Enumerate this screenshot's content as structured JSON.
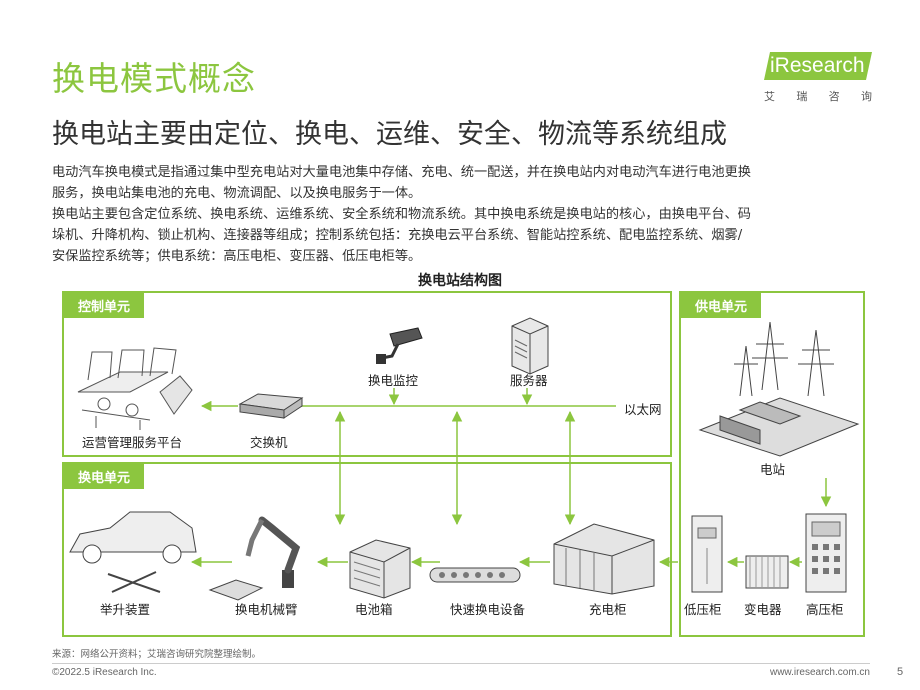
{
  "header": {
    "title": "换电模式概念",
    "subtitle": "换电站主要由定位、换电、运维、安全、物流等系统组成"
  },
  "logo": {
    "name": "iResearch",
    "cn_chars": [
      "艾",
      "瑞",
      "咨",
      "询"
    ],
    "color": "#8cc63f"
  },
  "body": {
    "lines": [
      "电动汽车换电模式是指通过集中型充电站对大量电池集中存储、充电、统一配送，并在换电站内对电动汽车进行电池更换",
      "服务，换电站集电池的充电、物流调配、以及换电服务于一体。",
      "换电站主要包含定位系统、换电系统、运维系统、安全系统和物流系统。其中换电系统是换电站的核心，由换电平台、码",
      "垛机、升降机构、锁止机构、连接器等组成；控制系统包括：充换电云平台系统、智能站控系统、配电监控系统、烟雾/",
      "安保监控系统等；供电系统：高压电柜、变压器、低压电柜等。"
    ]
  },
  "diagram": {
    "title": "换电站结构图",
    "control_unit": {
      "label": "控制单元",
      "nodes": {
        "platform": "运营管理服务平台",
        "switch": "交换机",
        "camera": "换电监控",
        "server": "服务器",
        "ethernet": "以太网"
      }
    },
    "swap_unit": {
      "label": "换电单元",
      "nodes": {
        "lift": "举升装置",
        "arm": "换电机械臂",
        "battery_box": "电池箱",
        "quick_swap": "快速换电设备",
        "charging_cabinet": "充电柜"
      }
    },
    "power_unit": {
      "label": "供电单元",
      "nodes": {
        "station": "电站",
        "low_voltage": "低压柜",
        "transformer": "变电器",
        "high_voltage": "高压柜"
      }
    }
  },
  "footer": {
    "source": "来源：网络公开资料；艾瑞咨询研究院整理绘制。",
    "copyright": "©2022.5 iResearch Inc.",
    "url": "www.iresearch.com.cn",
    "page": "5"
  }
}
